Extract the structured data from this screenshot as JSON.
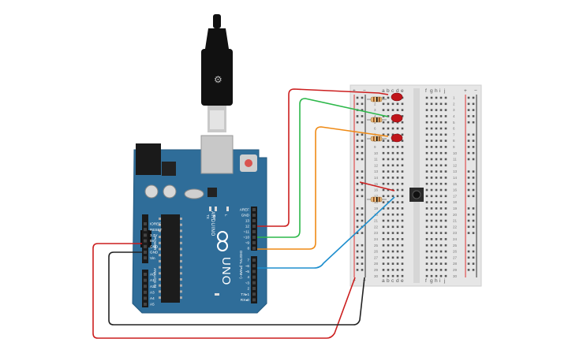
{
  "arduino": {
    "model_label": "UNO",
    "brand_label": "ARDUINO",
    "digital_label": "DIGITAL (PWM~)",
    "analog_label": "ANALOG IN",
    "power_label": "POWER",
    "tx_label": "TX",
    "rx_label": "RX",
    "l_label": "L",
    "on_label": "ON",
    "icsp_label": "ICSP",
    "top_header_pins": [
      "AREF",
      "GND",
      "13",
      "12",
      "~11",
      "~10",
      "~9",
      "8"
    ],
    "bottom_header_pins": [
      "7",
      "~6",
      "~5",
      "4",
      "~3",
      "2",
      "TX▸1",
      "RX◂0"
    ],
    "power_pins": [
      "IOREF",
      "RESET",
      "3.3V",
      "5V",
      "GND",
      "GND",
      "Vin"
    ],
    "analog_pins": [
      "A0",
      "A1",
      "A2",
      "A3",
      "A4",
      "A5"
    ],
    "board_color": "#2f6d99"
  },
  "breadboard": {
    "columns_left": [
      "a",
      "b",
      "c",
      "d",
      "e"
    ],
    "columns_right": [
      "f",
      "g",
      "h",
      "i",
      "j"
    ],
    "rail_plus": "+",
    "rail_minus": "−",
    "rows": 30
  },
  "components": {
    "leds": [
      "red-led",
      "red-led",
      "red-led"
    ],
    "resistors": [
      "resistor",
      "resistor",
      "resistor",
      "resistor"
    ],
    "button": "pushbutton"
  },
  "wires": [
    {
      "name": "pin-12-wire",
      "color": "#cc1f1f"
    },
    {
      "name": "pin-10-wire",
      "color": "#2db84a"
    },
    {
      "name": "pin-8-wire",
      "color": "#ef8a15"
    },
    {
      "name": "pin-6-wire",
      "color": "#1f8fce"
    },
    {
      "name": "5v-wire",
      "color": "#cc1f1f"
    },
    {
      "name": "gnd-wire",
      "color": "#222222"
    }
  ]
}
